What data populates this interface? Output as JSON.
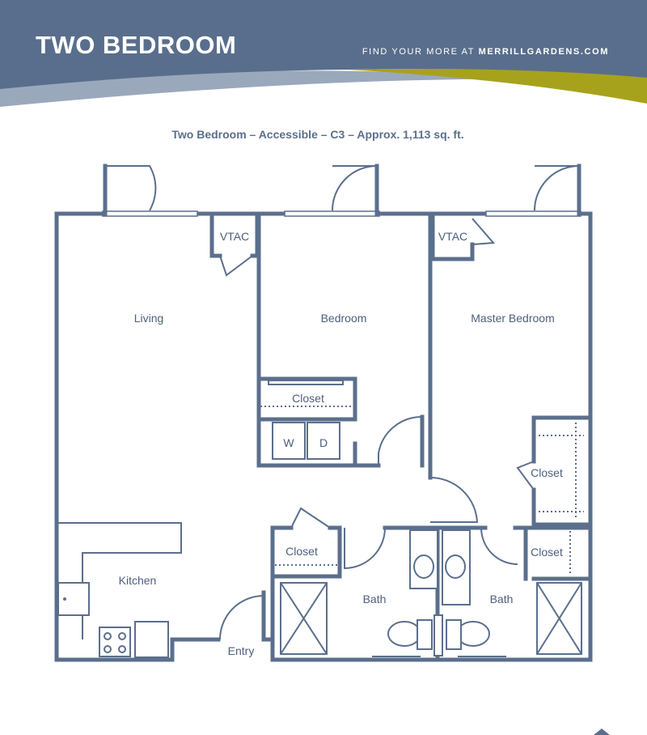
{
  "header": {
    "title": "TWO BEDROOM",
    "tagline_prefix": "FIND YOUR MORE AT ",
    "tagline_site": "MERRILLGARDENS.COM",
    "colors": {
      "navy": "#596e8c",
      "olive": "#a7a21c",
      "gray": "#9aa8bc"
    }
  },
  "plan": {
    "subtitle": "Two Bedroom – Accessible – C3 – Approx. 1,113 sq. ft.",
    "wall_color": "#5b6f8d",
    "rooms": {
      "living": "Living",
      "bedroom": "Bedroom",
      "master_bedroom": "Master Bedroom",
      "kitchen": "Kitchen",
      "entry": "Entry",
      "bath_1": "Bath",
      "bath_2": "Bath",
      "closet_bedroom": "Closet",
      "closet_master_1": "Closet",
      "closet_master_2": "Closet",
      "closet_hall": "Closet",
      "vtac_1": "VTAC",
      "vtac_2": "VTAC",
      "washer": "W",
      "dryer": "D"
    }
  }
}
